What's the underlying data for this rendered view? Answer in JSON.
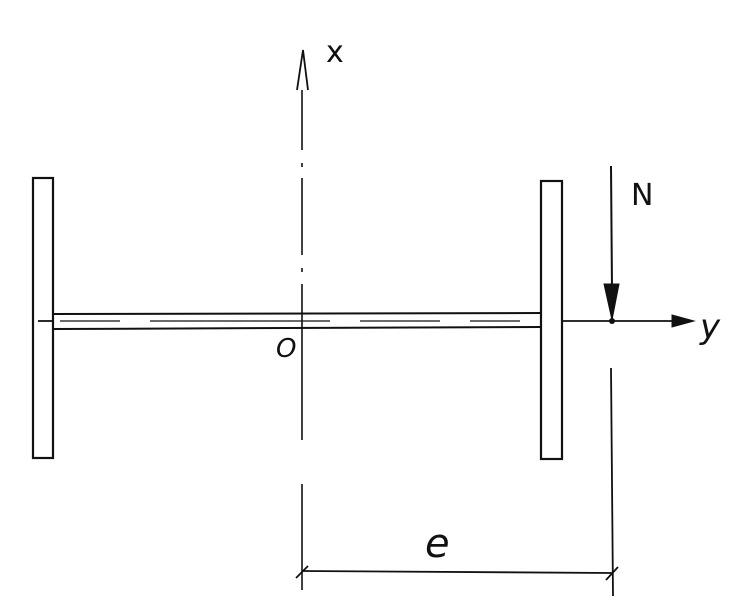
{
  "diagram": {
    "labels": {
      "axis_x": "x",
      "axis_y": "y",
      "origin": "O",
      "force": "N",
      "eccentricity": "e"
    },
    "colors": {
      "ink": "#111111",
      "background": "#ffffff"
    }
  }
}
